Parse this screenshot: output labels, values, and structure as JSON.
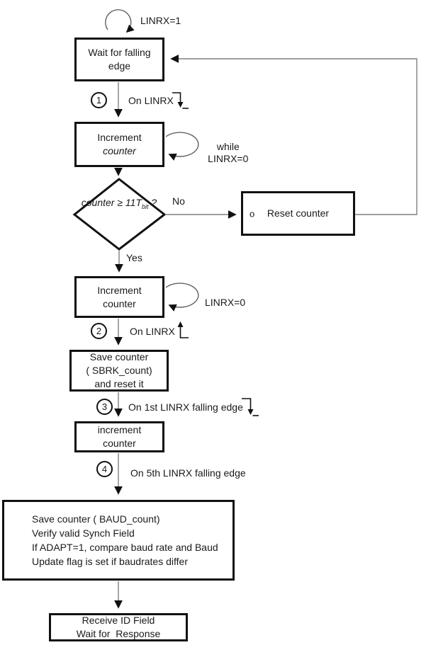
{
  "diagram": {
    "background": "#ffffff",
    "line_color": "#7f7f7f",
    "border_color": "#111111",
    "nodes": {
      "wait": {
        "line1": "Wait for falling",
        "line2": "edge"
      },
      "increment1": {
        "line1": "Increment",
        "line2": "counter"
      },
      "decision": {
        "line1": "counter ≥",
        "value": "11",
        "t": "T",
        "sub": "bit",
        "q": " ?"
      },
      "reset": {
        "bullet": "o",
        "label": "Reset counter"
      },
      "increment2": {
        "line1": "Increment",
        "line2": "counter"
      },
      "save_sbrk": {
        "line1": "Save counter",
        "line2": "( SBRK_count)",
        "line3": "and reset it"
      },
      "increment3": {
        "line1": "increment",
        "line2": "counter"
      },
      "save_baud": {
        "line1": "Save counter ( BAUD_count)",
        "line2": "Verify valid Synch Field",
        "line3": "If ADAPT=1, compare baud rate and Baud",
        "line4": "Update flag is set if baudrates differ"
      },
      "receive": {
        "line1": "Receive ID Field",
        "line2": "Wait for  Response"
      }
    },
    "labels": {
      "top_loop": "LINRX=1",
      "while_loop_line1": "while",
      "while_loop_line2": "LINRX=0",
      "loop_linrx0": "LINRX=0",
      "no": "No",
      "yes": "Yes"
    },
    "steps": {
      "s1": {
        "number": "1",
        "text": "On LINRX",
        "icon": "falling-edge-icon"
      },
      "s2": {
        "number": "2",
        "text": "On LINRX",
        "icon": "rising-edge-icon"
      },
      "s3": {
        "number": "3",
        "text": "On 1st LINRX falling edge",
        "icon": "falling-edge-icon"
      },
      "s4": {
        "number": "4",
        "text": "On 5th LINRX falling edge",
        "icon": "none"
      }
    }
  }
}
